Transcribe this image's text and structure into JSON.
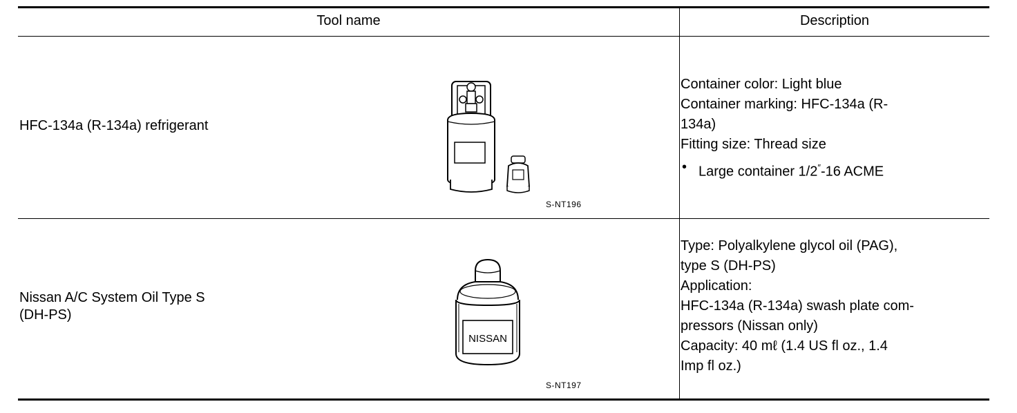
{
  "header": {
    "tool_name": "Tool name",
    "description": "Description"
  },
  "rows": [
    {
      "tool_name": "HFC-134a (R-134a) refrigerant",
      "image_code": "S-NT196",
      "description": {
        "line1": "Container color: Light blue",
        "line2": "Container marking: HFC-134a (R-",
        "line3": "134a)",
        "line4": "Fitting size: Thread size",
        "bullet_pre": "Large container 1/2",
        "bullet_sup": "″",
        "bullet_post": "-16 ACME"
      }
    },
    {
      "tool_name_line1": "Nissan A/C System Oil Type S",
      "tool_name_line2": "(DH-PS)",
      "image_code": "S-NT197",
      "bottle_label": "NISSAN",
      "description": {
        "line1": "Type: Polyalkylene glycol oil (PAG),",
        "line2": "type S (DH-PS)",
        "line3": "Application:",
        "line4": "HFC-134a (R-134a) swash plate com-",
        "line5": "pressors (Nissan only)",
        "line6": "Capacity: 40 mℓ (1.4 US fl oz., 1.4",
        "line7": "Imp fl oz.)"
      }
    }
  ]
}
